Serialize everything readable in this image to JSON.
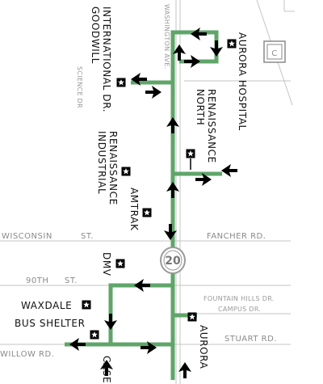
{
  "colors": {
    "route": "#5fa56a",
    "road": "#c4c4c4",
    "arrow": "#000000",
    "label": "#111111",
    "street": "#8a8a8a"
  },
  "streets": {
    "washington": "WASHINGTON AVE.",
    "science": "SCIENCE DR",
    "wisconsin": "WISCONSIN",
    "wisconsin_st": "ST.",
    "fancher": "FANCHER   RD.",
    "ninetieth": "90TH",
    "ninetieth_st": "ST.",
    "fountain_hills": "FOUNTAIN HILLS DR.",
    "campus": "CAMPUS DR.",
    "stuart": "STUART   RD.",
    "willow": "WILLOW   RD.",
    "highway": "20",
    "c_box": "C"
  },
  "stops": {
    "international": "INTERNATIONAL DR.",
    "goodwill": "GOODWILL",
    "aurora_hospital": "AURORA HOSPITAL",
    "renaissance_north_1": "RENAISSANCE",
    "renaissance_north_2": "NORTH",
    "renaissance_industrial_1": "RENAISSANCE",
    "renaissance_industrial_2": "INDUSTRIAL",
    "amtrak": "AMTRAK",
    "dmv": "DMV",
    "waxdale": "WAXDALE",
    "bus_shelter": "BUS SHELTER",
    "aurora": "AURORA",
    "case": "CASE"
  },
  "icons": [
    "stop-star-icon",
    "direction-arrow-icon",
    "highway-shield-icon"
  ]
}
